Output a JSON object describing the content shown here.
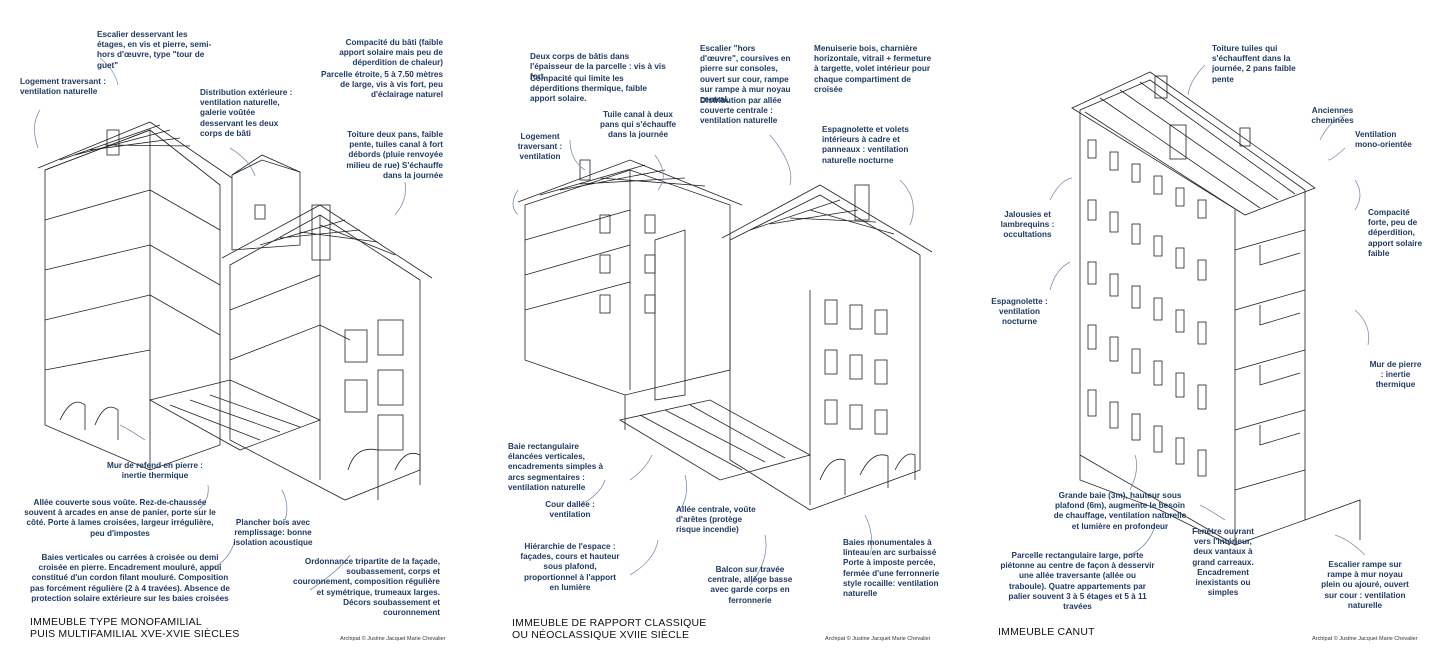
{
  "panel1": {
    "title_line1": "IMMEUBLE TYPE MONOFAMILIAL",
    "title_line2": "PUIS MULTIFAMILIAL XVE-XVIE SIÈCLES",
    "credit": "Archipat © Justine Jacquet Marie Chevalier",
    "ann_escalier": "Escalier desservant les étages, en vis et pierre, semi-hors d'œuvre, type \"tour de guet\"",
    "ann_logement": "Logement traversant : ventilation naturelle",
    "ann_compacite": "Compacité du bâti (faible apport solaire mais peu de déperdition de chaleur)",
    "ann_parcelle": "Parcelle étroite, 5 à 7.50 mètres de large, vis à vis fort, peu d'éclairage naturel",
    "ann_distribution": "Distribution extérieure : ventilation naturelle, galerie voûtée desservant les deux corps de bâti",
    "ann_toiture": "Toiture deux pans, faible pente, tuiles canal à fort débords (pluie renvoyée milieu de rue) S'échauffe dans la journée",
    "ann_mur": "Mur de refend en pierre : inertie thermique",
    "ann_allee": "Allée couverte sous voûte. Rez-de-chaussée souvent à arcades en anse de panier, porte sur le côté. Porte à lames croisées, largeur irrégulière, peu d'impostes",
    "ann_plancher": "Plancher bois avec remplissage: bonne isolation acoustique",
    "ann_baies": "Baies verticales ou carrées à croisée ou demi croisée en pierre. Encadrement mouluré, appui constitué d'un cordon filant mouluré. Composition pas forcément régulière (2 à 4 travées). Absence de protection solaire extérieure sur les baies croisées",
    "ann_ordonnance": "Ordonnance tripartite de la façade, soubassement, corps et couronnement, composition régulière et symétrique, trumeaux larges. Décors soubassement et couronnement"
  },
  "panel2": {
    "title_line1": "IMMEUBLE DE RAPPORT CLASSIQUE",
    "title_line2": "OU NÉOCLASSIQUE XVIIE SIÈCLE",
    "credit": "Archipat © Justine Jacquet Marie Chevalier",
    "ann_deux_corps": "Deux corps de bâtis dans l'épaisseur de la parcelle : vis à vis fort",
    "ann_compacite": "Compacité qui limite les déperditions thermique, faible apport solaire.",
    "ann_escalier": "Escalier \"hors d'œuvre\", coursives en pierre sur consoles, ouvert sur cour, rampe sur rampe à mur noyau central.",
    "ann_distribution": "Distribution par allée couverte centrale : ventilation naturelle",
    "ann_menuiserie": "Menuiserie bois, charnière horizontale, vitrail + fermeture à targette, volet intérieur pour chaque compartiment de croisée",
    "ann_logement": "Logement traversant : ventilation",
    "ann_tuile": "Tuile canal à deux pans qui s'échauffe dans la journée",
    "ann_espagnolette": "Espagnolette et volets intérieurs à cadre et panneaux : ventilation naturelle nocturne",
    "ann_baie_rect": "Baie rectangulaire élancées verticales, encadrements simples à arcs segmentaires : ventilation naturelle",
    "ann_cour": "Cour dallée : ventilation",
    "ann_allee": "Allée centrale, voûte d'arêtes (protège risque incendie)",
    "ann_hierarchie": "Hiérarchie de l'espace : façades, cours et hauteur sous plafond, proportionnel à l'apport en lumière",
    "ann_balcon": "Balcon sur travée centrale, allège basse avec garde corps en ferronnerie",
    "ann_baies_monu": "Baies monumentales à linteau en arc surbaissé Porte à imposte percée, fermée d'une ferronnerie style rocaille: ventilation naturelle"
  },
  "panel3": {
    "title_line1": "IMMEUBLE CANUT",
    "credit": "Archipat © Justine Jacquet Marie Chevalier",
    "ann_toiture": "Toiture tuiles qui s'échauffent dans la journée, 2 pans faible pente",
    "ann_cheminees": "Anciennes cheminées",
    "ann_ventilation": "Ventilation mono-orientée",
    "ann_jalousies": "Jalousies et lambrequins : occultations",
    "ann_compacite": "Compacité forte, peu de déperdition, apport solaire faible",
    "ann_espagnolette": "Espagnolette : ventilation nocturne",
    "ann_mur": "Mur de pierre : inertie thermique",
    "ann_grande_baie": "Grande baie (3m), hauteur sous plafond (6m), augmente le besoin de chauffage, ventilation naturelle et lumière en profondeur",
    "ann_parcelle": "Parcelle rectangulaire large, porte piétonne au centre de façon à desservir une allée traversante (allée ou traboule). Quatre appartements par palier souvent 3 à 5 étages et 5 à 11 travées",
    "ann_fenetre": "Fenêtre ouvrant vers l'intérieur, deux vantaux à grand carreaux. Encadrement inexistants ou simples",
    "ann_escalier": "Escalier rampe sur rampe à mur noyau plein ou ajouré, ouvert sur cour : ventilation naturelle"
  }
}
